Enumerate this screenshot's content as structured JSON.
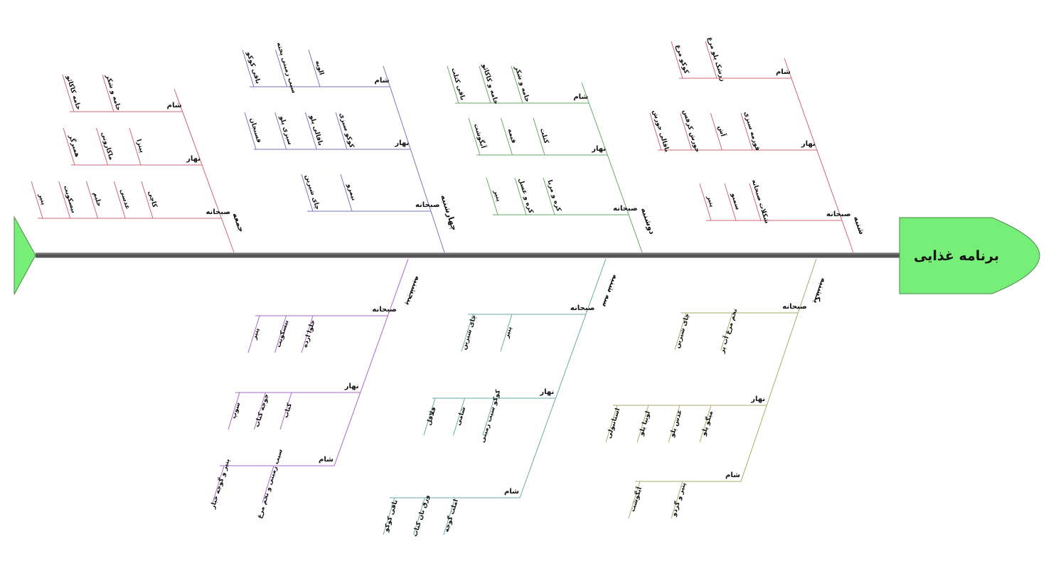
{
  "title": "برنامه غذایی",
  "colors": {
    "spine": "#555555",
    "head_fill": "#77ee77",
    "head_stroke": "#4a8a4a",
    "tail_fill": "#77ee77"
  },
  "days": [
    {
      "id": "sat",
      "name": "شنبه",
      "color": "#cc6677",
      "meals": [
        {
          "name": "صبحانه",
          "items": [
            "پنیر",
            "سمبو",
            "شکلات صبحانه"
          ]
        },
        {
          "name": "نهار",
          "items": [
            "باقالی خورش",
            "خورش کرفس",
            "آش",
            "قورمه سبزی"
          ]
        },
        {
          "name": "شام",
          "items": [
            "کوکو مرغ",
            "زرشک پلو مرغ"
          ]
        }
      ]
    },
    {
      "id": "mon",
      "name": "دوشنبه",
      "color": "#66aa66",
      "meals": [
        {
          "name": "صبحانه",
          "items": [
            "پنیر",
            "کره و عسل",
            "کره و مربا"
          ]
        },
        {
          "name": "نهار",
          "items": [
            "آبگوشت",
            "قیمه",
            "کتلت"
          ]
        },
        {
          "name": "شام",
          "items": [
            "باقی کتلت",
            "خامه و کاکائو",
            "خامه و شکر"
          ]
        }
      ]
    },
    {
      "id": "wed",
      "name": "چهارشنبه",
      "color": "#7777bb",
      "meals": [
        {
          "name": "صبحانه",
          "items": [
            "چای شیرین",
            "نیمرو"
          ]
        },
        {
          "name": "نهار",
          "items": [
            "فسنجان",
            "سبزی پلو",
            "باقالی پلو",
            "کوکو سبزی"
          ]
        },
        {
          "name": "شام",
          "items": [
            "باقی کوکو",
            "سیب زمینی پخته",
            "الویه"
          ]
        }
      ]
    },
    {
      "id": "fri",
      "name": "جمعه",
      "color": "#cc6677",
      "meals": [
        {
          "name": "صبحانه",
          "items": [
            "پنیر",
            "بیسکویت",
            "حلیم",
            "عدسی",
            "کاچی"
          ]
        },
        {
          "name": "نهار",
          "items": [
            "همبرگر",
            "ماکارونی",
            "پیتزا"
          ]
        },
        {
          "name": "شام",
          "items": [
            "خامه کاکائو",
            "خامه و شکر"
          ]
        }
      ]
    },
    {
      "id": "sun",
      "name": "یکشنبه",
      "color": "#aaaa66",
      "meals": [
        {
          "name": "صبحانه",
          "items": [
            "چای شیرین",
            "تخم مرغ آب پز"
          ]
        },
        {
          "name": "نهار",
          "items": [
            "استانبولی",
            "لوبیا پلو",
            "عدس پلو",
            "میگو پلو"
          ]
        },
        {
          "name": "شام",
          "items": [
            "آبگوشت",
            "پنیر و گردو"
          ]
        }
      ]
    },
    {
      "id": "tue",
      "name": "سه شنبه",
      "color": "#66aaaa",
      "meals": [
        {
          "name": "صبحانه",
          "items": [
            "چای شیرین",
            "پنیر"
          ]
        },
        {
          "name": "نهار",
          "items": [
            "فلافل",
            "شامی",
            "کوکو سیب زمینی"
          ]
        },
        {
          "name": "شام",
          "items": [
            "باقی کوکو",
            "ورق نان کباب",
            "املت گوجه"
          ]
        }
      ]
    },
    {
      "id": "thu",
      "name": "پنجشنبه",
      "color": "#aa66cc",
      "meals": [
        {
          "name": "صبحانه",
          "items": [
            "پنیر",
            "بیسکویت",
            "حلوا ارده"
          ]
        },
        {
          "name": "نهار",
          "items": [
            "سوپ",
            "جوجه کباب",
            "کباب"
          ]
        },
        {
          "name": "شام",
          "items": [
            "پنیر و گوجه خیار",
            "سیب زمینی و تخم مرغ"
          ]
        }
      ]
    }
  ]
}
